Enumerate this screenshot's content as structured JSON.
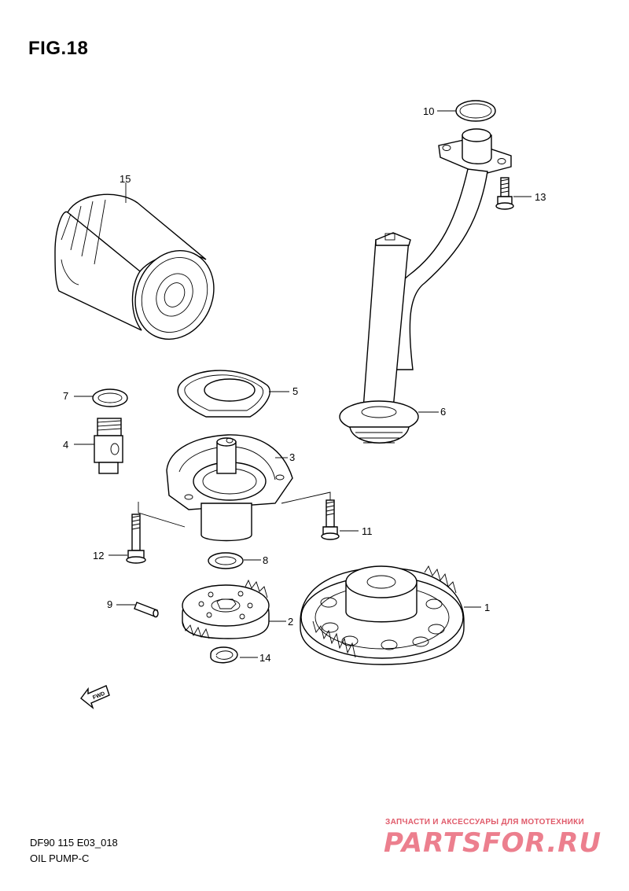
{
  "figure": {
    "title": "FIG.18",
    "code": "DF90 115 E03_018",
    "name": "OIL PUMP-C"
  },
  "callouts": [
    "1",
    "2",
    "3",
    "4",
    "5",
    "6",
    "7",
    "8",
    "9",
    "10",
    "11",
    "12",
    "13",
    "14",
    "15"
  ],
  "fwd_label": "FWD",
  "watermark": {
    "caption": "ЗАПЧАСТИ И АКСЕССУАРЫ ДЛЯ МОТОТЕХНИКИ",
    "logo": "PARTSFOR.RU"
  }
}
